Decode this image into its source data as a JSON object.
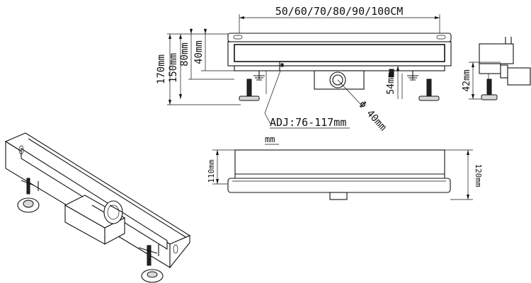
{
  "dimensions": {
    "length_label": "50/60/70/80/90/100CM",
    "total_height": "170mm",
    "height_150": "150mm",
    "height_80": "80mm",
    "height_40": "40mm",
    "outlet_height": "54mm",
    "outlet_diameter": "Φ 40mm",
    "adjustment": "ADJ:76-117mm",
    "side_height": "42mm",
    "view_label": "mm",
    "height_110": "110mm",
    "height_120": "120mm"
  },
  "colors": {
    "line": "#111111",
    "background": "#ffffff"
  }
}
